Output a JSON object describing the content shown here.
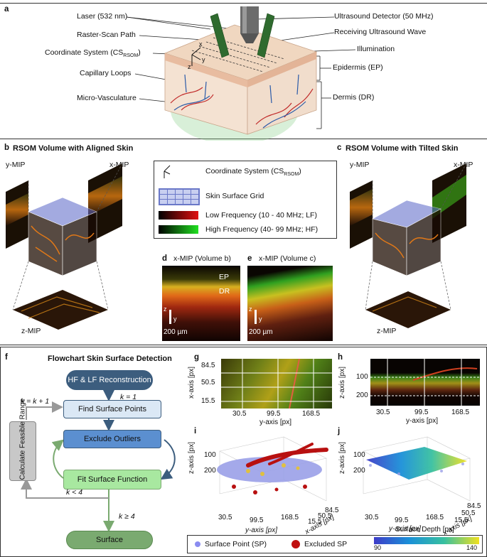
{
  "panels": {
    "a": "a",
    "b": "b",
    "c": "c",
    "d": "d",
    "e": "e",
    "f": "f",
    "g": "g",
    "h": "h",
    "i": "i",
    "j": "j"
  },
  "panel_a": {
    "left_labels": [
      "Laser (532 nm)",
      "Raster-Scan Path",
      "Coordinate System (CS",
      "Capillary Loops",
      "Micro-Vasculature"
    ],
    "cs_sub": "RSOM",
    "cs_close": ")",
    "right_labels": [
      "Ultrasound Detector (50 MHz)",
      "Receiving Ultrasound Wave",
      "Illumination",
      "Epidermis (EP)",
      "Dermis (DR)"
    ],
    "axes": {
      "x": "x",
      "y": "y",
      "z": "z"
    }
  },
  "panel_b": {
    "title": "RSOM Volume with Aligned Skin",
    "ymip": "y-MIP",
    "xmip": "x-MIP",
    "zmip": "z-MIP"
  },
  "panel_c": {
    "title": "RSOM Volume with Tilted Skin",
    "ymip": "y-MIP",
    "xmip": "x-MIP",
    "zmip": "z-MIP"
  },
  "legend_top": {
    "cs": "Coordinate System (CS",
    "cs_sub": "RSOM",
    "cs_close": ")",
    "grid": "Skin Surface Grid",
    "lf": "Low Frequency (10 - 40 MHz; LF)",
    "hf": "High Frequency (40- 99 MHz; HF)",
    "lf_color": "#e01010",
    "hf_color": "#20e020"
  },
  "panel_d": {
    "title": "x-MIP (Volume b)",
    "ep": "EP",
    "dr": "DR",
    "z": "z",
    "y": "y",
    "scale": "200 µm"
  },
  "panel_e": {
    "title": "x-MIP (Volume c)",
    "z": "z",
    "y": "y",
    "scale": "200 µm"
  },
  "panel_f": {
    "title": "Flowchart Skin Surface Detection",
    "start": "HF & LF Reconstruction",
    "k1": "k = 1",
    "find": "Find Surface Points",
    "exclude": "Exclude Outliers",
    "fit": "Fit Surface Function",
    "end": "Surface",
    "calc": "Calculate Feasible Range",
    "kinc": "k = k + 1",
    "klt": "k < 4",
    "kge": "k ≥ 4"
  },
  "panel_g": {
    "xlabel": "y-axis [px]",
    "ylabel": "x-axis [px]",
    "xticks": [
      "30.5",
      "99.5",
      "168.5"
    ],
    "yticks": [
      "84.5",
      "50.5",
      "15.5"
    ]
  },
  "panel_h": {
    "xlabel": "y-axis [px]",
    "ylabel": "z-axis [px]",
    "xticks": [
      "30.5",
      "99.5",
      "168.5"
    ],
    "yticks": [
      "100",
      "200"
    ]
  },
  "panel_i": {
    "xlabel": "y-axis [px]",
    "ylabel": "z-axis [px]",
    "x2label": "x-axis [px]",
    "xticks": [
      "30.5",
      "99.5",
      "168.5"
    ],
    "yticks": [
      "100",
      "200"
    ],
    "x2ticks": [
      "84.5",
      "50.5",
      "15.5"
    ]
  },
  "panel_j": {
    "xlabel": "y-axis [px]",
    "ylabel": "z-axis [px]",
    "x2label": "x-axis [px]",
    "xticks": [
      "30.5",
      "99.5",
      "168.5"
    ],
    "yticks": [
      "100",
      "200"
    ],
    "x2ticks": [
      "84.5",
      "50.5",
      "15.5"
    ]
  },
  "legend_bottom": {
    "sp": "Surface Point (SP)",
    "esp": "Excluded SP",
    "cbar_title": "Surface Depth [px]",
    "cbar_min": "90",
    "cbar_max": "140",
    "sp_color": "#8a8cf0",
    "esp_color": "#c01010"
  },
  "colors": {
    "flow_blue": "#3c5d7e",
    "flow_light": "#dbe8f5",
    "flow_mid": "#5b8fd0",
    "flow_green": "#a8e8a0",
    "flow_dark_green": "#7aaa70",
    "flow_gray": "#c8c8c8"
  }
}
